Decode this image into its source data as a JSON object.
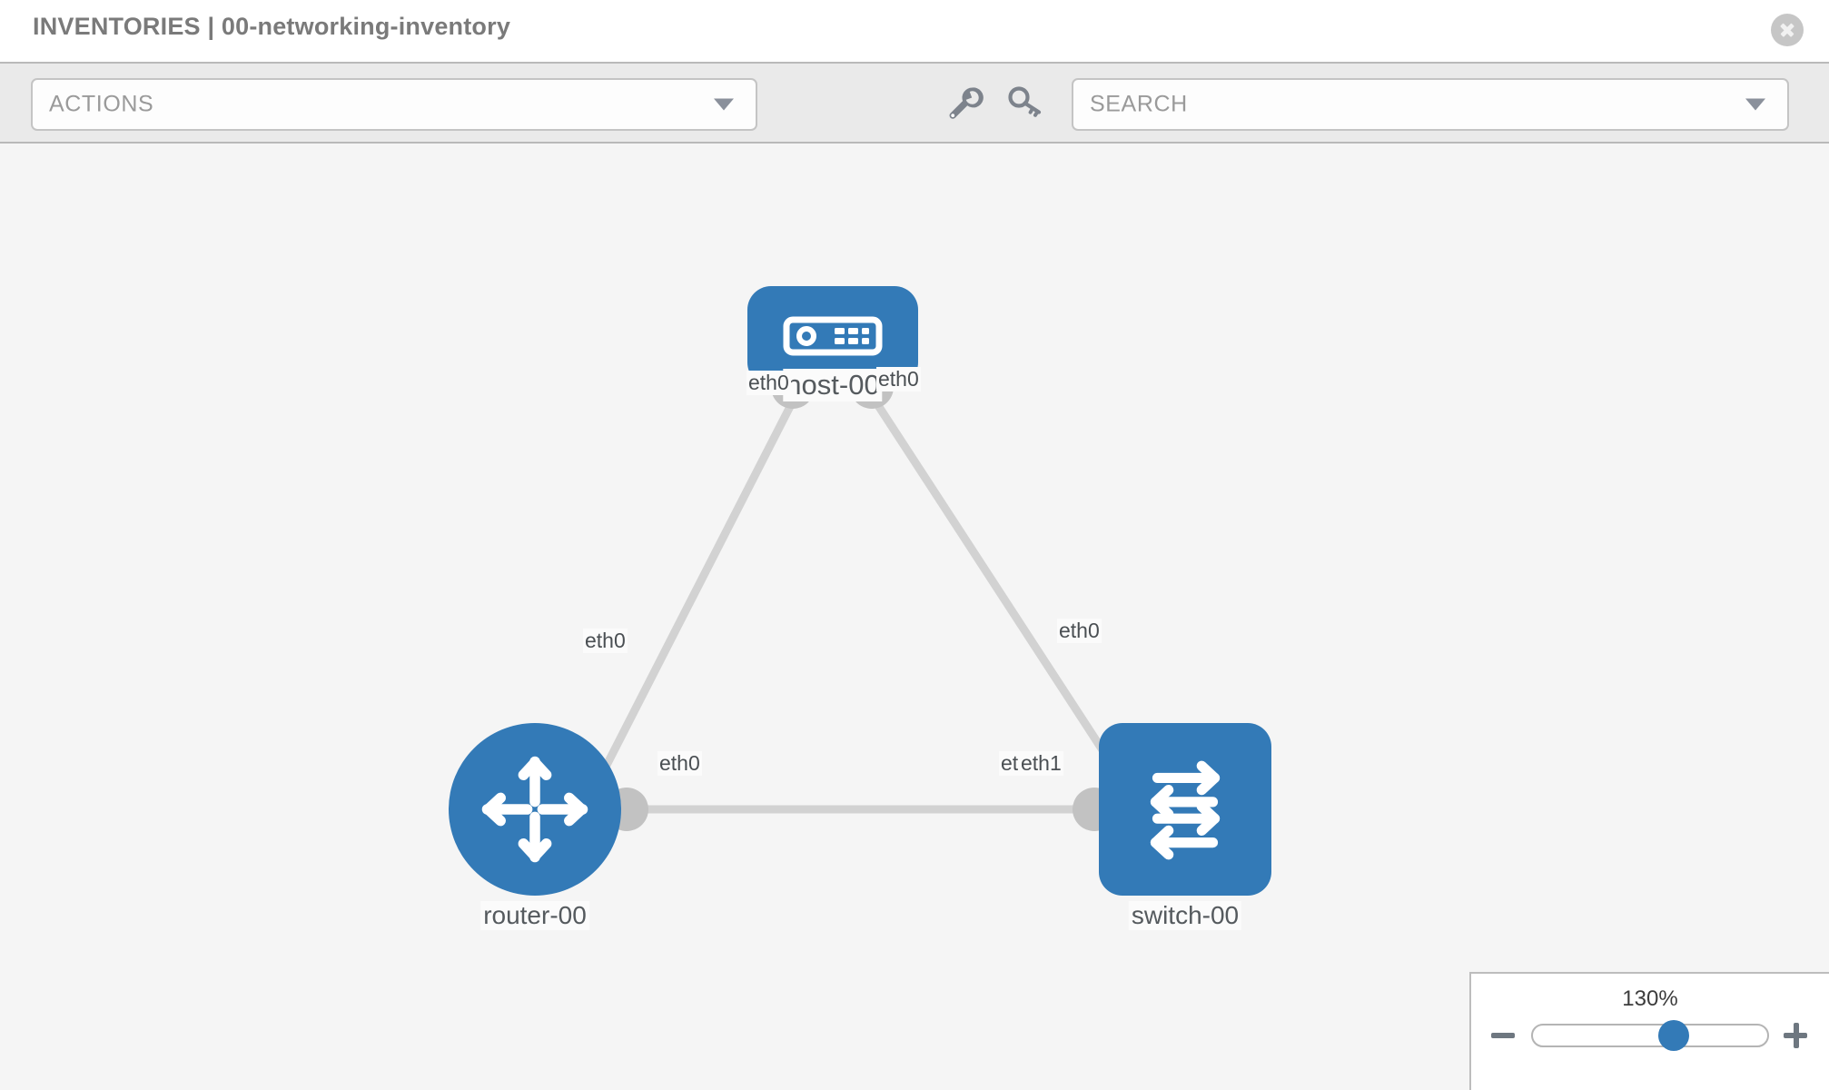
{
  "header": {
    "title": "INVENTORIES | 00-networking-inventory",
    "close_icon": "close-icon"
  },
  "toolbar": {
    "actions_label": "ACTIONS",
    "actions_caret_icon": "chevron-down-icon",
    "wrench_icon": "wrench-icon",
    "key_icon": "key-icon",
    "search_placeholder": "SEARCH",
    "search_caret_icon": "chevron-down-icon"
  },
  "topology": {
    "nodes": [
      {
        "id": "host-00",
        "label": "host-00",
        "type": "host",
        "icon": "server-icon",
        "color": "#337ab7",
        "shape": "rounded-rect"
      },
      {
        "id": "router-00",
        "label": "router-00",
        "type": "router",
        "icon": "router-arrows-icon",
        "color": "#337ab7",
        "shape": "circle"
      },
      {
        "id": "switch-00",
        "label": "switch-00",
        "type": "switch",
        "icon": "switch-arrows-icon",
        "color": "#337ab7",
        "shape": "rounded-square"
      }
    ],
    "edges": [
      {
        "from": "router-00",
        "to": "host-00",
        "from_label": "eth0",
        "to_label": "eth0"
      },
      {
        "from": "host-00",
        "to": "switch-00",
        "from_label": "eth0",
        "to_label": "eth0"
      },
      {
        "from": "router-00",
        "to": "switch-00",
        "from_label": "eth0",
        "to_label": "eth1",
        "overlap_label": "eth"
      }
    ],
    "interface_labels": {
      "host_left": "eth0",
      "host_right": "eth0",
      "router_up": "eth0",
      "switch_up": "eth0",
      "router_right": "eth0",
      "switch_left_hidden": "eth",
      "switch_left": "eth1"
    }
  },
  "zoom_control": {
    "value": "130%",
    "minus_icon": "minus-icon",
    "plus_icon": "plus-icon",
    "thumb_position_percent": 60
  }
}
